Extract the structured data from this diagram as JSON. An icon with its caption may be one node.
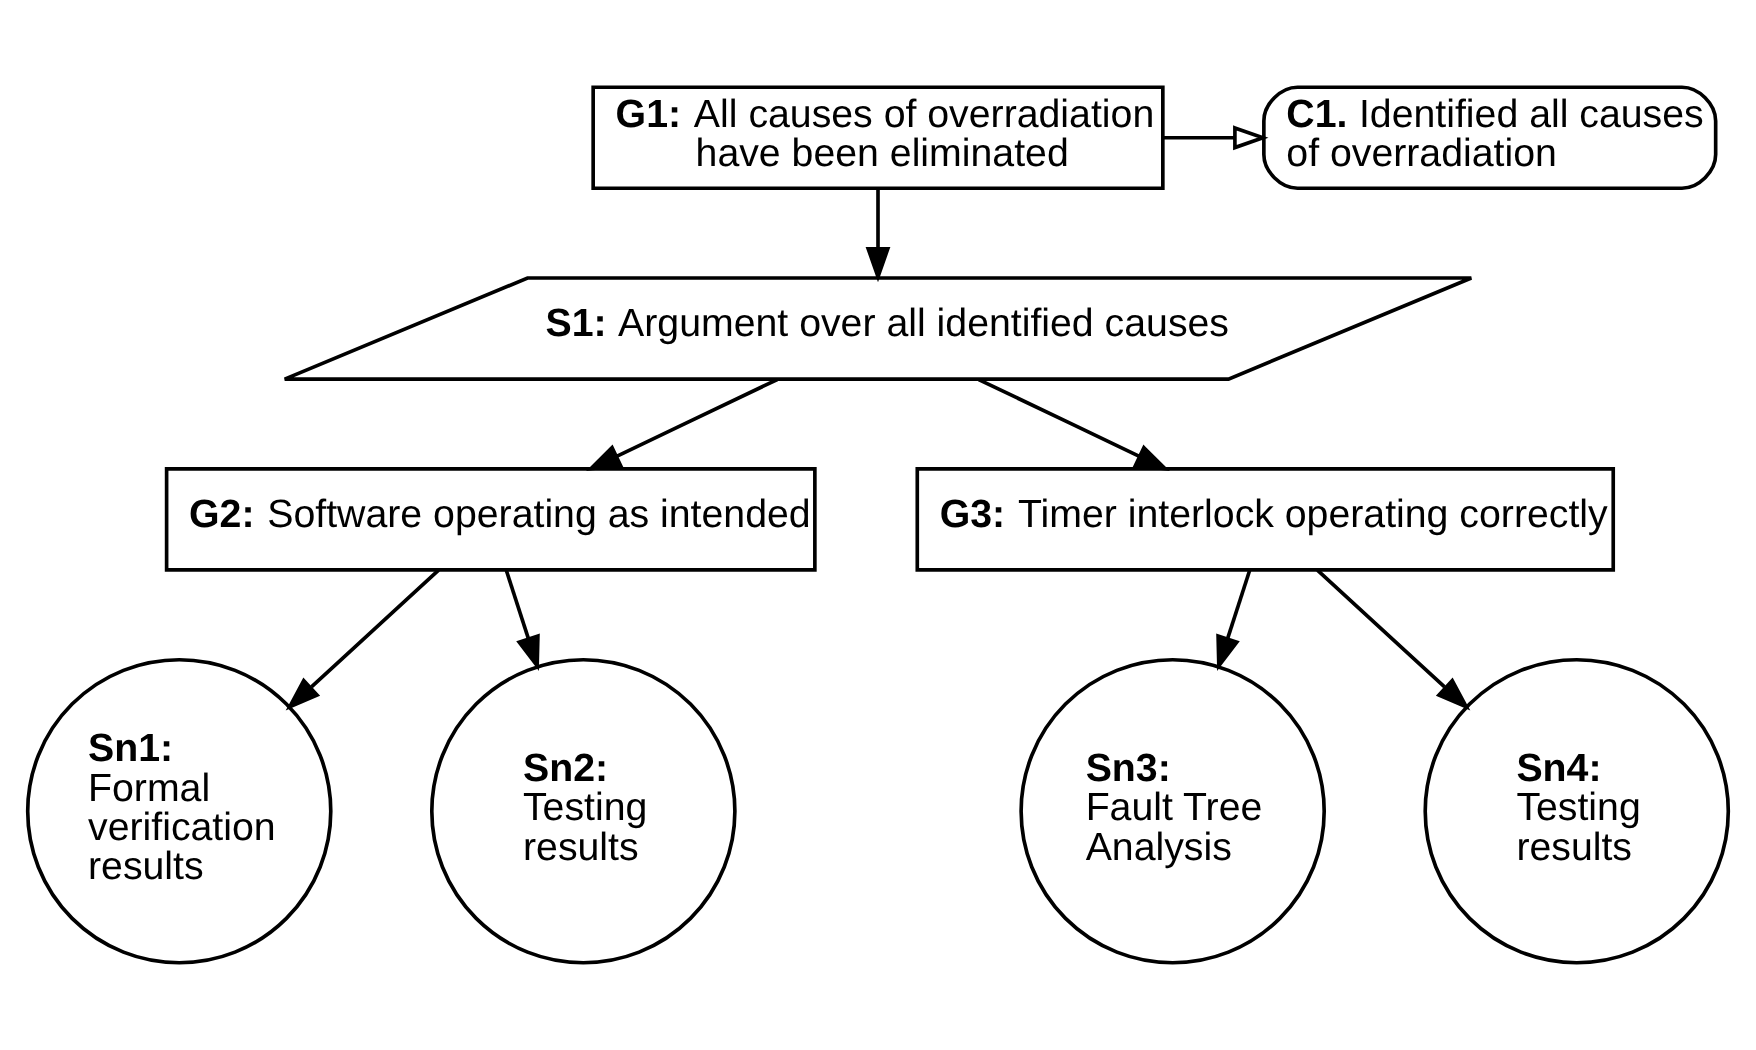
{
  "diagram": {
    "nodes": [
      {
        "text": [
          "**G1:** All causes of overradiation have been eliminated"
        ]
      },
      {
        "text": [
          "**C1.** Identified all causes of overradiation"
        ]
      },
      {
        "text": [
          "**S1:** Argument over all identified causes"
        ]
      },
      {
        "text": [
          "**G2:** Software operating as intended"
        ]
      },
      {
        "text": [
          "**G3:** Timer interlock operating correctly"
        ]
      },
      {
        "text": [
          "**Sn1:** Formal verification results"
        ]
      },
      {
        "text": [
          "**Sn2:** Testing results"
        ]
      },
      {
        "text": [
          "**Sn3:** Fault Tree Analysis"
        ]
      },
      {
        "text": [
          "**Sn4:** Testing results"
        ]
      }
    ],
    "edges": [
      {
        "from": 0,
        "to": 1,
        "arrow": "to"
      },
      {
        "from": 0,
        "to": 2,
        "arrow": "to"
      },
      {
        "from": 2,
        "to": 3,
        "arrow": "to"
      },
      {
        "from": 2,
        "to": 4,
        "arrow": "to"
      },
      {
        "from": 3,
        "to": 5,
        "arrow": "to"
      },
      {
        "from": 3,
        "to": 6,
        "arrow": "to"
      },
      {
        "from": 4,
        "to": 7,
        "arrow": "to"
      },
      {
        "from": 4,
        "to": 8,
        "arrow": "to"
      }
    ]
  }
}
